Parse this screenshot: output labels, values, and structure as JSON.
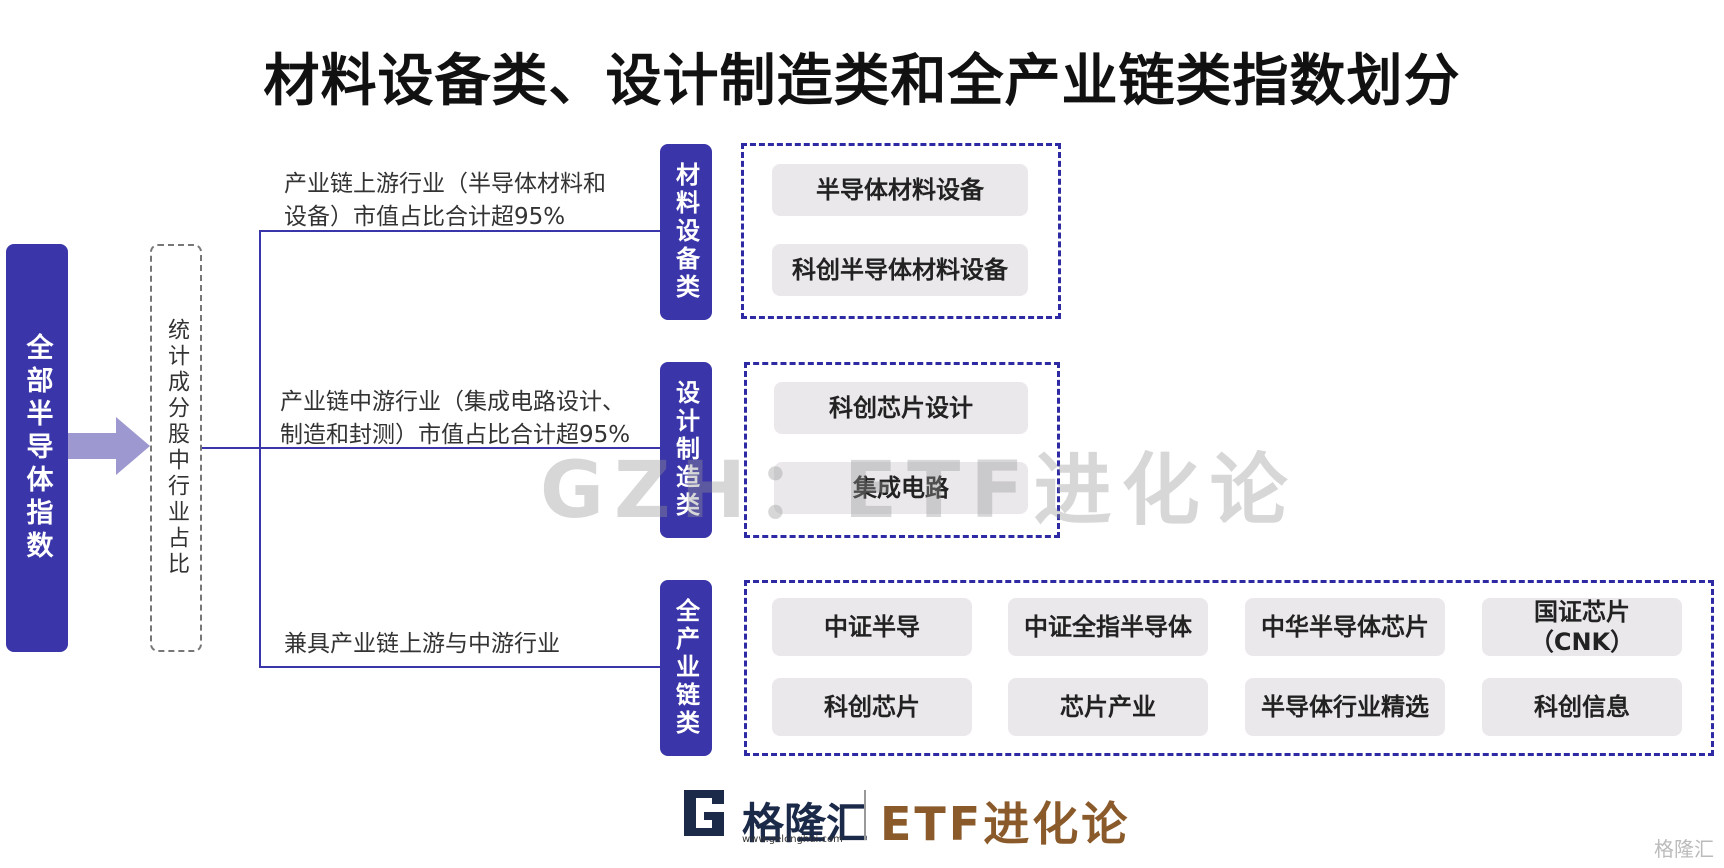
{
  "title": "材料设备类、设计制造类和全产业链类指数划分",
  "main_bar": "全部半导体指数",
  "stat_box": "统计成分股中行业占比",
  "branches": [
    {
      "desc": [
        "产业链上游行业（半导体材料和",
        "设备）市值占比合计超95%"
      ],
      "category": "材料设备类",
      "items": [
        "半导体材料设备",
        "科创半导体材料设备"
      ]
    },
    {
      "desc": [
        "产业链中游行业（集成电路设计、",
        "制造和封测）市值占比合计超95%"
      ],
      "category": "设计制造类",
      "items": [
        "科创芯片设计",
        "集成电路"
      ]
    },
    {
      "desc": [
        "兼具产业链上游与中游行业"
      ],
      "category": "全产业链类",
      "items": [
        "中证半导",
        "中证全指半导体",
        "中华半导体芯片",
        "国证芯片\n（CNK）",
        "科创芯片",
        "芯片产业",
        "半导体行业精选",
        "科创信息"
      ]
    }
  ],
  "watermark": "GZH：ETF进化论",
  "footer": {
    "logo_name": "格隆汇",
    "logo_url": "www.gelonghui.com",
    "brand": "ETF进化论",
    "corner": "格隆汇"
  },
  "colors": {
    "primary": "#3a35a8",
    "pill": "#ebe8ec",
    "brand": "#8a5a2b"
  }
}
